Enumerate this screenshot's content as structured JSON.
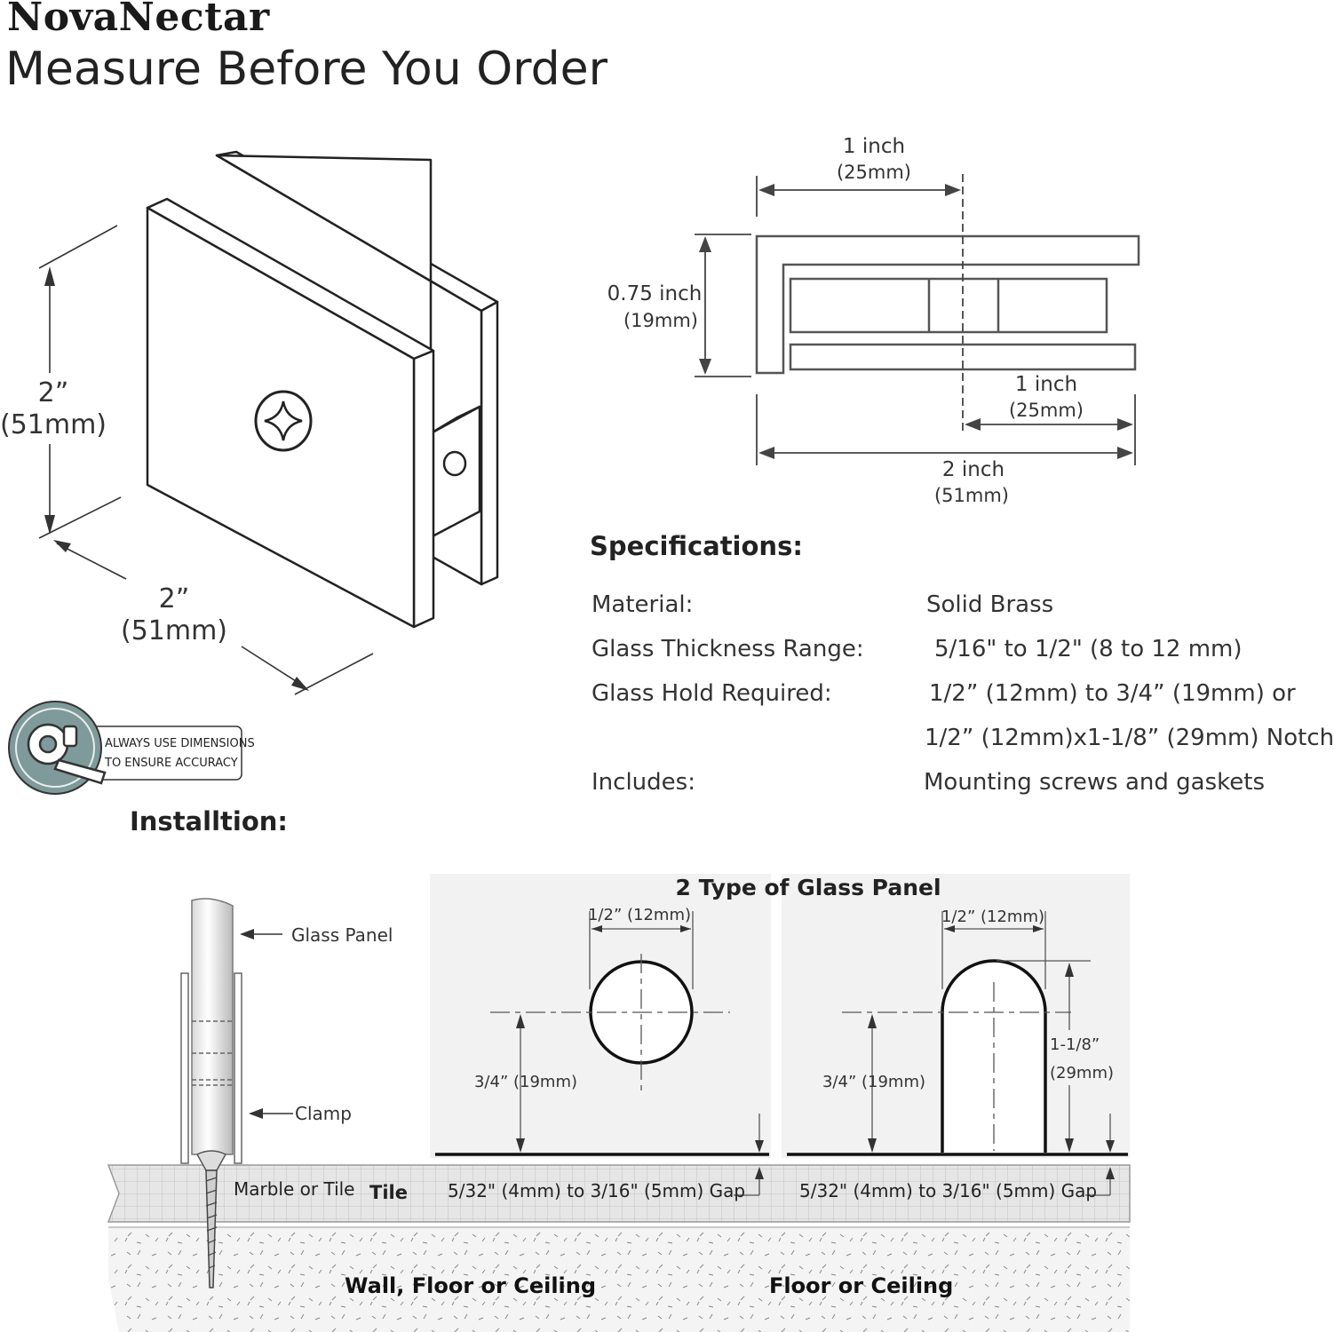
{
  "brand": "NovaNectar",
  "headline": "Measure Before You Order",
  "clamp_dimensions": {
    "height_in": "2”",
    "height_mm": "(51mm)",
    "width_in": "2”",
    "width_mm": "(51mm)"
  },
  "badge": {
    "line1": "ALWAYS USE DIMENSIONS",
    "line2": "TO ENSURE ACCURACY"
  },
  "side_view": {
    "top_in": "1 inch",
    "top_mm": "(25mm)",
    "height_in": "0.75 inch",
    "height_mm": "(19mm)",
    "right_in": "1 inch",
    "right_mm": "(25mm)",
    "total_in": "2 inch",
    "total_mm": "(51mm)"
  },
  "specs": {
    "title": "Specifications:",
    "rows": [
      {
        "label": "Material:",
        "value": "Solid Brass"
      },
      {
        "label": "Glass Thickness Range:",
        "value": "5/16\" to 1/2\" (8 to 12 mm)"
      },
      {
        "label": "Glass Hold Required:",
        "value": "1/2” (12mm) to 3/4” (19mm)  or"
      },
      {
        "label": "",
        "value": "1/2” (12mm)x1-1/8” (29mm) Notch"
      },
      {
        "label": "Includes:",
        "value": "Mounting screws and gaskets"
      }
    ]
  },
  "installation": {
    "title": "Installtion:",
    "glass_panel": "Glass Panel",
    "clamp": "Clamp",
    "marble": "Marble or Tile",
    "tile": "Tile",
    "panel_types_title": "2 Type of Glass Panel",
    "hole_width": "1/2” (12mm)",
    "hole_height": "3/4” (19mm)",
    "notch_width": "1/2” (12mm)",
    "notch_height": "3/4” (19mm)",
    "notch_len_a": "1-1/8”",
    "notch_len_b": "(29mm)",
    "gap_left": "5/32\" (4mm) to 3/16\" (5mm) Gap",
    "gap_right": "5/32\" (4mm) to 3/16\" (5mm) Gap",
    "base_left": "Wall, Floor or Ceiling",
    "base_right": "Floor or Ceiling"
  },
  "colors": {
    "badge_ring": "#7f9a9a",
    "tile_fill": "#e6e6e6",
    "concrete_fill": "#f4f4f4",
    "panel_bg": "#f2f2f2"
  }
}
